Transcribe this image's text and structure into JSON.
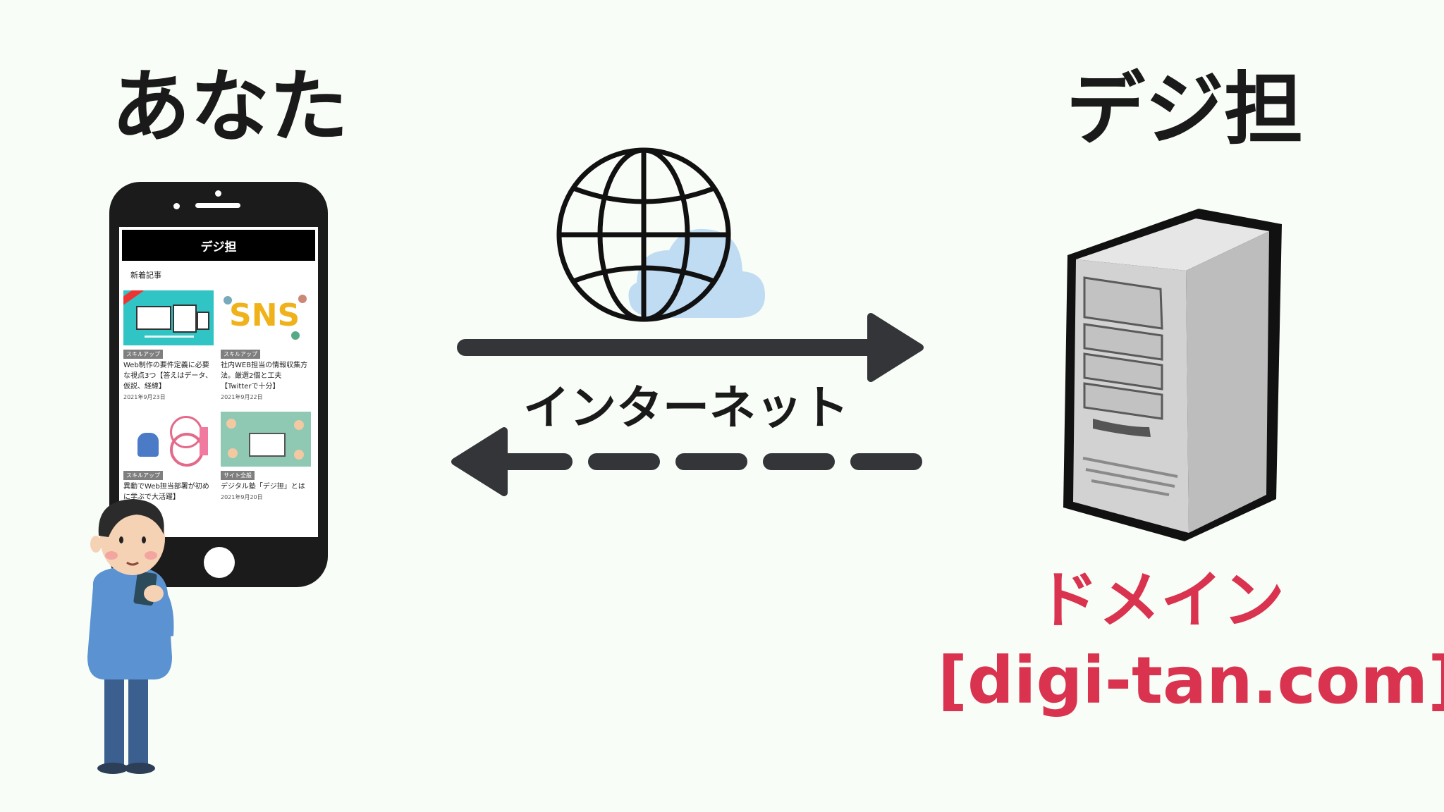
{
  "labels": {
    "you": "あなた",
    "server": "デジ担",
    "internet": "インターネット",
    "domain": "ドメイン",
    "domain_name": "[digi-tan.com]"
  },
  "phone_screen": {
    "site_title": "デジ担",
    "section_title": "新着記事",
    "articles": [
      {
        "tag": "スキルアップ",
        "title": "Web制作の要件定義に必要な視点3つ【答えはデータ、仮説、経緯】",
        "date": "2021年9月23日"
      },
      {
        "tag": "スキルアップ",
        "title": "社内WEB担当の情報収集方法。厳選2個と工夫【Twitterで十分】",
        "date": "2021年9月22日"
      },
      {
        "tag": "スキルアップ",
        "title": "異動でWeb担当部署が初めに学ぶで大活躍】",
        "date": ""
      },
      {
        "tag": "サイト全般",
        "title": "デジタル塾「デジ担」とは",
        "date": "2021年9月20日"
      }
    ],
    "thumb2_text": "SNS"
  },
  "colors": {
    "background": "#f9fdf7",
    "dark": "#333538",
    "accent_red": "#d9334f",
    "cloud": "#bfdcf3"
  }
}
